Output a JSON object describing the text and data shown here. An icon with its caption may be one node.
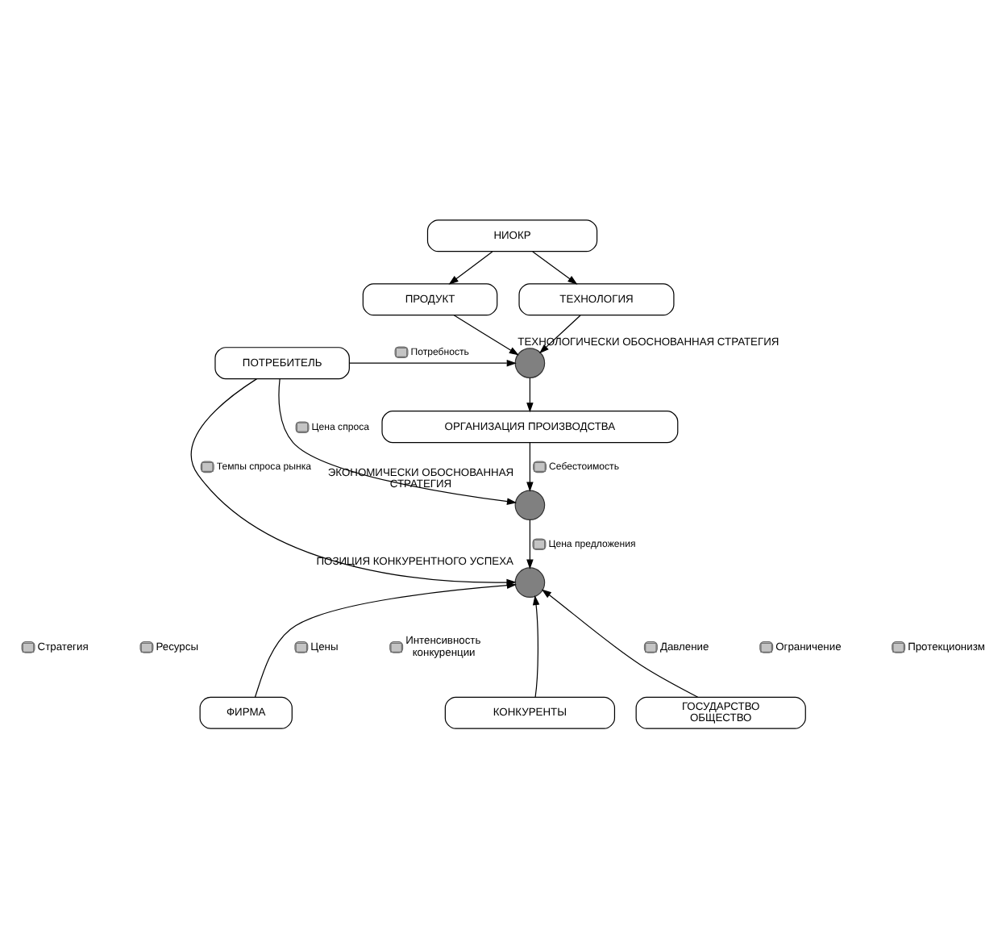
{
  "diagram": {
    "nodes": [
      {
        "text": [
          "НИОКР"
        ]
      },
      {
        "text": [
          "ПРОДУКТ"
        ]
      },
      {
        "text": [
          "ТЕХНОЛОГИЯ"
        ]
      },
      {
        "text": [
          "ПОТРЕБИТЕЛЬ"
        ]
      },
      {
        "text": [],
        "shape": "circle",
        "beside": [
          "ТЕХНОЛОГИЧЕСКИ ОБОСНОВАННАЯ СТРАТЕГИЯ"
        ]
      },
      {
        "text": [
          "ОРГАНИЗАЦИЯ ПРОИЗВОДСТВА"
        ]
      },
      {
        "text": [],
        "shape": "circle",
        "beside": [
          "ЭКОНОМИЧЕСКИ ОБОСНОВАННАЯ СТРАТЕГИЯ"
        ]
      },
      {
        "text": [],
        "shape": "circle",
        "beside": [
          "ПОЗИЦИЯ КОНКУРЕНТНОГО УСПЕХА"
        ]
      },
      {
        "text": [
          "ФИРМА"
        ]
      },
      {
        "text": [
          "КОНКУРЕНТЫ"
        ]
      },
      {
        "text": [
          "ГОСУДАРСТВО",
          "ОБЩЕСТВО"
        ]
      }
    ],
    "edges": [
      {
        "from": 0,
        "to": 1,
        "arrow": "to"
      },
      {
        "from": 0,
        "to": 2,
        "arrow": "to"
      },
      {
        "from": 1,
        "to": 4,
        "arrow": "to"
      },
      {
        "from": 2,
        "to": 4,
        "arrow": "to"
      },
      {
        "from": 3,
        "to": 4,
        "arrow": "to",
        "label": "Потребность"
      },
      {
        "from": 4,
        "to": 5,
        "arrow": "to"
      },
      {
        "from": 3,
        "to": 6,
        "arrow": "to",
        "label": "Цена спроса"
      },
      {
        "from": 5,
        "to": 6,
        "arrow": "to",
        "label": "Себестоимость"
      },
      {
        "from": 6,
        "to": 7,
        "arrow": "to",
        "label": "Цена предложения"
      },
      {
        "from": 3,
        "to": 7,
        "arrow": "to",
        "label": "Темпы спроса рынка"
      },
      {
        "from": 8,
        "to": 7,
        "arrow": "to"
      },
      {
        "from": 9,
        "to": 7,
        "arrow": "to"
      },
      {
        "from": 10,
        "to": 7,
        "arrow": "to"
      }
    ],
    "labels": [
      "Стратегия",
      "Ресурсы",
      "Цены",
      "Интенсивность конкуренции",
      "Давление",
      "Ограничение",
      "Протекционизм"
    ]
  }
}
